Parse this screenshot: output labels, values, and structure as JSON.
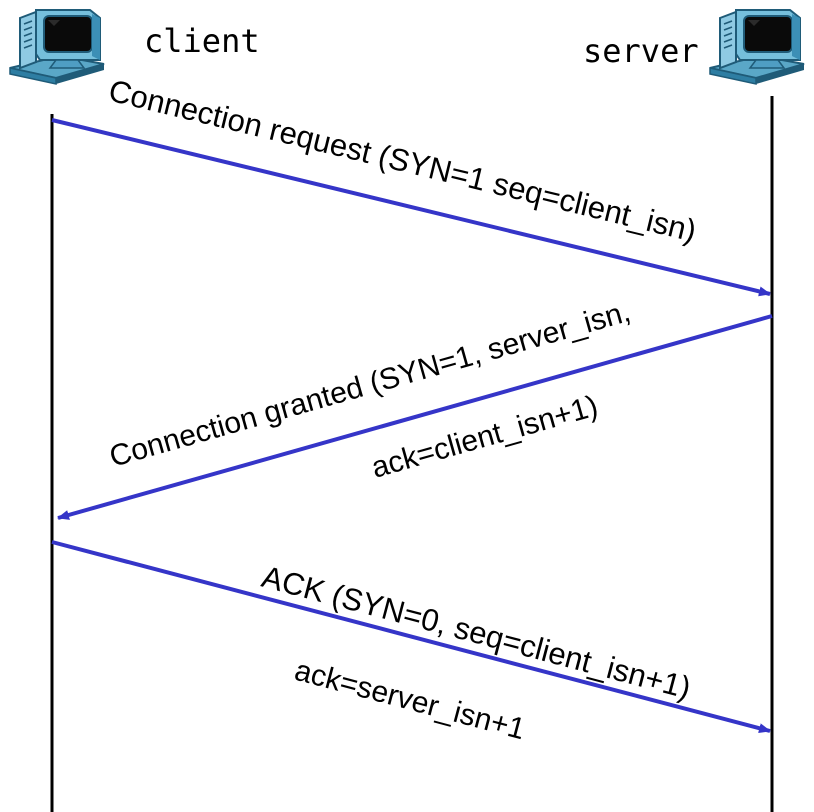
{
  "nodes": {
    "client": "client",
    "server": "server"
  },
  "messages": [
    {
      "lines": [
        "Connection request (SYN=1 seq=client_isn)"
      ],
      "direction": "client-to-server"
    },
    {
      "lines": [
        "Connection granted (SYN=1, server_isn,",
        "ack=client_isn+1)"
      ],
      "direction": "server-to-client"
    },
    {
      "lines": [
        "ACK (SYN=0, seq=client_isn+1)",
        "ack=server_isn+1"
      ],
      "direction": "client-to-server"
    }
  ],
  "colors": {
    "arrow": "#3535c8",
    "lifeline": "#000000",
    "monitor_body": "#6fb8d6",
    "monitor_dark": "#1f5b78"
  }
}
